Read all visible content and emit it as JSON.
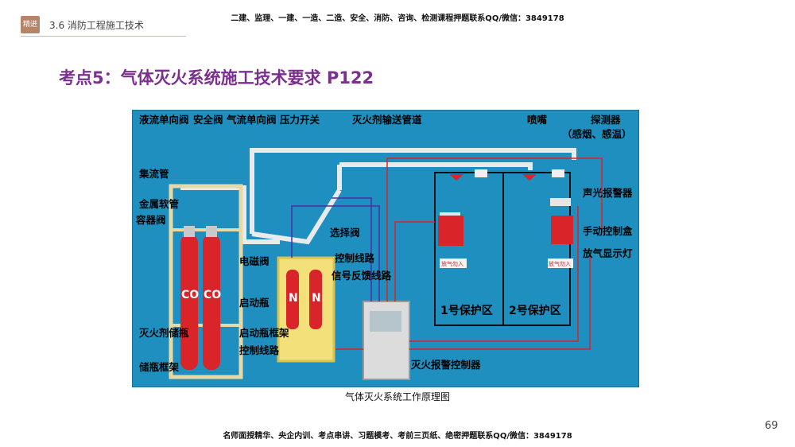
{
  "header": {
    "badge": "精进",
    "section_title": "3.6 消防工程施工技术",
    "banner": "二建、监理、一建、一造、二造、安全、消防、咨询、检测课程押题联系QQ/微信：3849178"
  },
  "main_title": "考点5：气体灭火系统施工技术要求 P122",
  "diagram": {
    "labels": {
      "liquid_check_valve": "液流单向阀",
      "safety_valve": "安全阀",
      "gas_check_valve": "气流单向阀",
      "pressure_switch": "压力开关",
      "agent_pipe": "灭火剂输送管道",
      "nozzle": "喷嘴",
      "detector": "探测器",
      "detector_note": "（感烟、感温）",
      "manifold": "集流管",
      "metal_hose": "金属软管",
      "container_valve": "容器阀",
      "sound_light_alarm": "声光报警器",
      "selector_valve": "选择阀",
      "manual_control_box": "手动控制盒",
      "discharge_light": "放气显示灯",
      "solenoid_valve": "电磁阀",
      "control_line": "控制线路",
      "feedback_line": "信号反馈线路",
      "starter_bottle": "启动瓶",
      "agent_storage_bottle": "灭火剂储瓶",
      "starter_rack": "启动瓶框架",
      "control_line_2": "控制线路",
      "storage_rack": "储瓶框架",
      "alarm_controller": "灭火报警控制器",
      "zone1": "1号保护区",
      "zone2": "2号保护区",
      "co_mark": "CO",
      "n_mark": "N",
      "release_tag": "放气勿入"
    }
  },
  "caption": "气体灭火系统工作原理图",
  "footer": {
    "banner": "名师面授精华、央企内训、考点串讲、习题模考、考前三页纸、绝密押题联系QQ/微信：3849178"
  },
  "page_number": "69"
}
